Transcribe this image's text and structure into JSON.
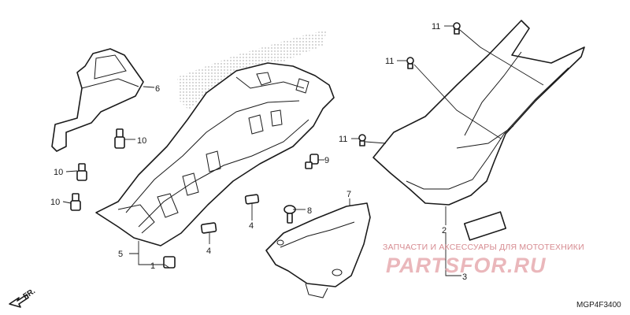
{
  "callouts": {
    "p1": "1",
    "p2": "2",
    "p3": "3",
    "p4a": "4",
    "p4b": "4",
    "p5": "5",
    "p6": "6",
    "p7": "7",
    "p8": "8",
    "p9": "9",
    "p10a": "10",
    "p10b": "10",
    "p10c": "10",
    "p11a": "11",
    "p11b": "11",
    "p11c": "11"
  },
  "watermark": {
    "caption": "ЗАПЧАСТИ И АКСЕССУАРЫ ДЛЯ МОТОТЕХНИКИ",
    "brand": "PARTSFOR.RU"
  },
  "direction_label": "FR.",
  "diagram_code": "MGP4F3400"
}
